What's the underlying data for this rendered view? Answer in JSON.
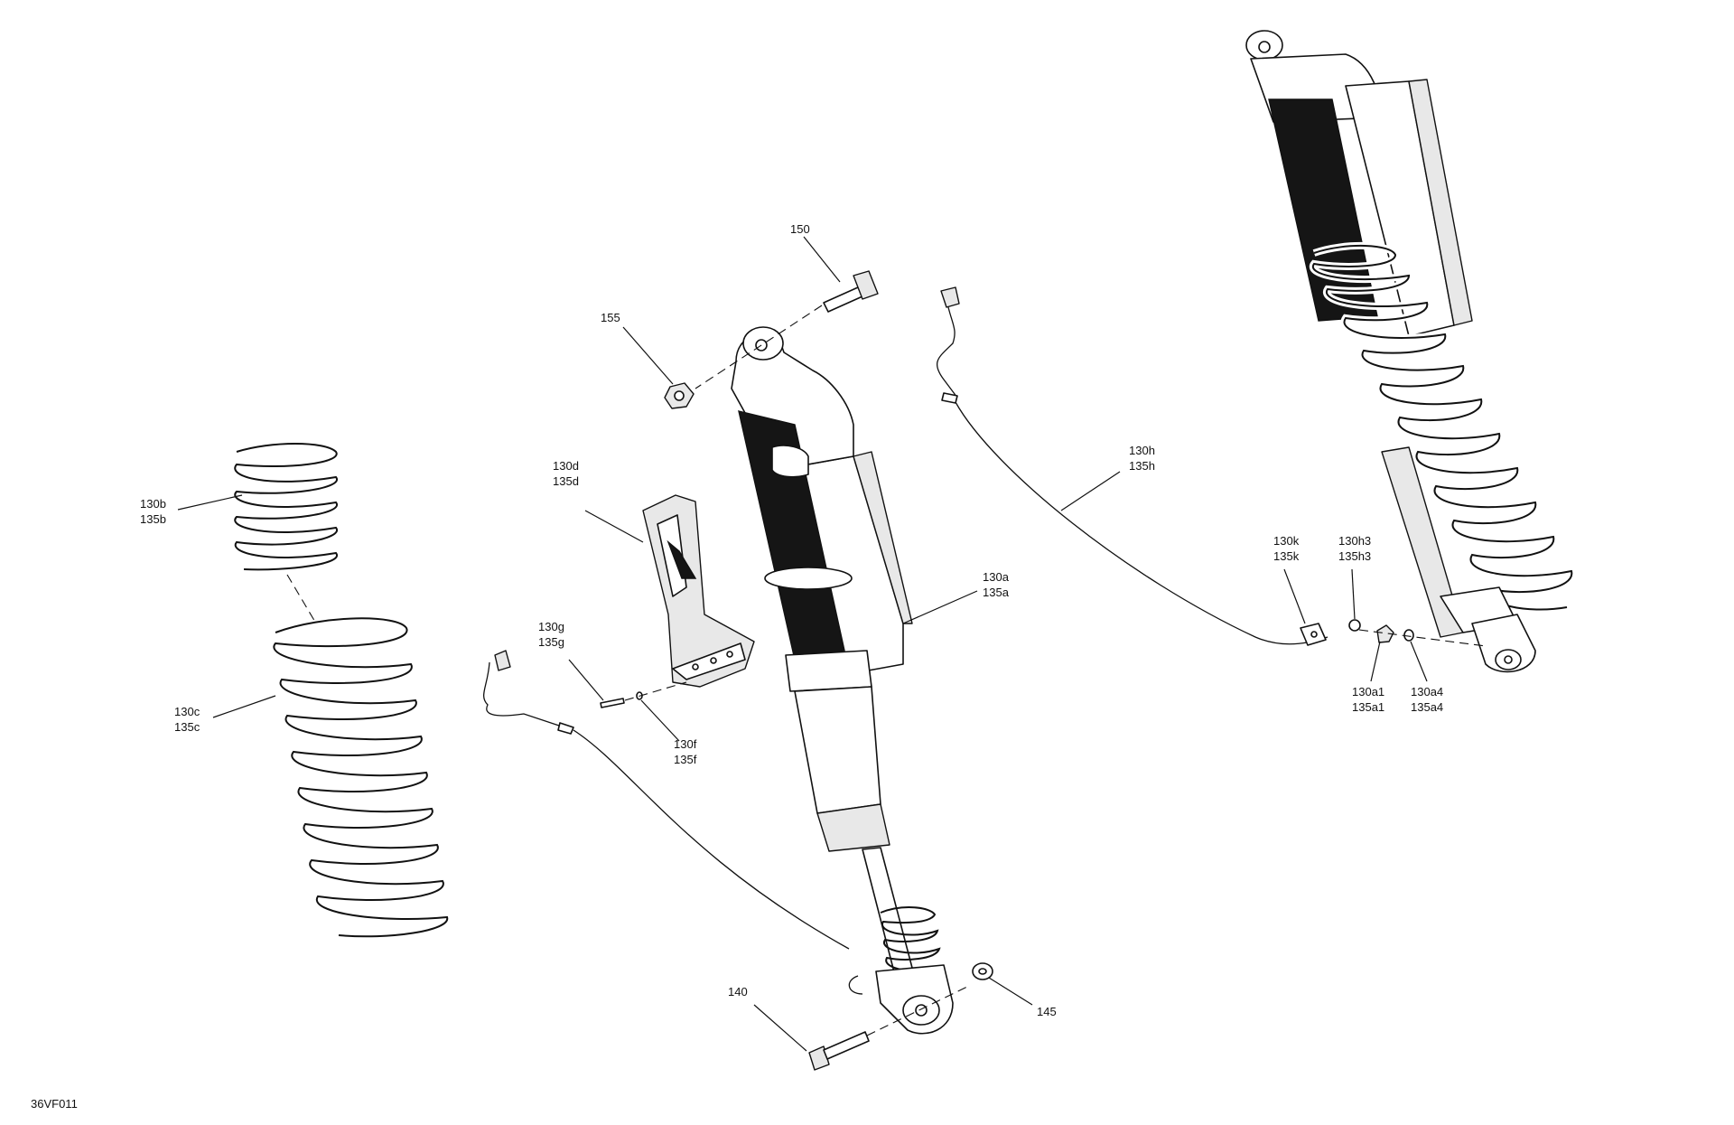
{
  "diagram": {
    "drawing_code": "36VF011",
    "callouts": {
      "c150": "150",
      "c155": "155",
      "c130b": "130b",
      "c135b": "135b",
      "c130c": "130c",
      "c135c": "135c",
      "c130d": "130d",
      "c135d": "135d",
      "c130g": "130g",
      "c135g": "135g",
      "c130f": "130f",
      "c135f": "135f",
      "c130a": "130a",
      "c135a": "135a",
      "c130h": "130h",
      "c135h": "135h",
      "c130k": "130k",
      "c135k": "135k",
      "c130h3": "130h3",
      "c135h3": "135h3",
      "c130a1": "130a1",
      "c135a1": "135a1",
      "c130a4": "130a4",
      "c135a4": "135a4",
      "c140": "140",
      "c145": "145"
    }
  }
}
